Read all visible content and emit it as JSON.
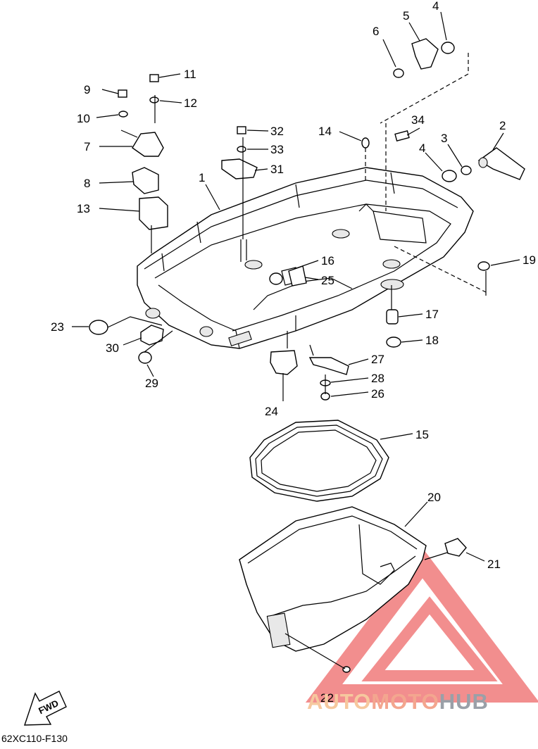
{
  "diagram": {
    "code": "62XC110-F130",
    "fwd_label": "FWD",
    "watermark": {
      "part1": "AUTO",
      "part2": "MOTO",
      "part3": "HUB",
      "color_triangle": "#f07b7b"
    },
    "callouts": [
      {
        "id": "c1",
        "label": "1"
      },
      {
        "id": "c2",
        "label": "2"
      },
      {
        "id": "c3",
        "label": "3"
      },
      {
        "id": "c4a",
        "label": "4"
      },
      {
        "id": "c4b",
        "label": "4"
      },
      {
        "id": "c5",
        "label": "5"
      },
      {
        "id": "c6",
        "label": "6"
      },
      {
        "id": "c7",
        "label": "7"
      },
      {
        "id": "c8",
        "label": "8"
      },
      {
        "id": "c9",
        "label": "9"
      },
      {
        "id": "c10",
        "label": "10"
      },
      {
        "id": "c11",
        "label": "11"
      },
      {
        "id": "c12",
        "label": "12"
      },
      {
        "id": "c13",
        "label": "13"
      },
      {
        "id": "c14",
        "label": "14"
      },
      {
        "id": "c15",
        "label": "15"
      },
      {
        "id": "c16",
        "label": "16"
      },
      {
        "id": "c17",
        "label": "17"
      },
      {
        "id": "c18",
        "label": "18"
      },
      {
        "id": "c19",
        "label": "19"
      },
      {
        "id": "c20",
        "label": "20"
      },
      {
        "id": "c21",
        "label": "21"
      },
      {
        "id": "c22",
        "label": "22"
      },
      {
        "id": "c23",
        "label": "23"
      },
      {
        "id": "c24",
        "label": "24"
      },
      {
        "id": "c25",
        "label": "25"
      },
      {
        "id": "c26",
        "label": "26"
      },
      {
        "id": "c27",
        "label": "27"
      },
      {
        "id": "c28",
        "label": "28"
      },
      {
        "id": "c29",
        "label": "29"
      },
      {
        "id": "c30",
        "label": "30"
      },
      {
        "id": "c31",
        "label": "31"
      },
      {
        "id": "c32",
        "label": "32"
      },
      {
        "id": "c33",
        "label": "33"
      },
      {
        "id": "c34",
        "label": "34"
      }
    ]
  }
}
